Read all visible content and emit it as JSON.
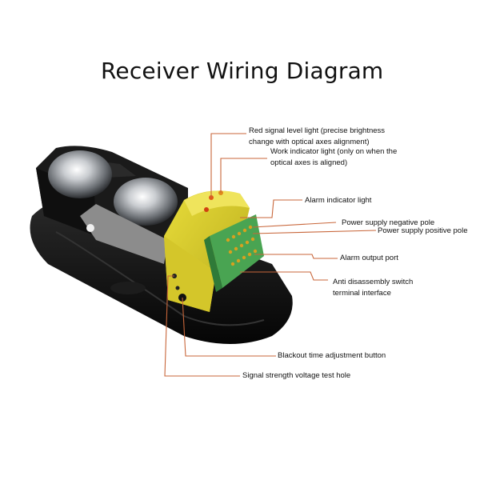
{
  "title": "Receiver Wiring Diagram",
  "labels": {
    "red_signal_line1": "Red signal level light (precise brightness",
    "red_signal_line2": "change with optical axes alignment)",
    "work_indicator_line1": "Work indicator light (only on when the",
    "work_indicator_line2": "optical axes is aligned)",
    "alarm_indicator": "Alarm indicator light",
    "power_negative": "Power supply negative pole",
    "power_positive": "Power supply positive pole",
    "alarm_output": "Alarm output port",
    "anti_disassembly_line1": "Anti disassembly switch",
    "anti_disassembly_line2": "terminal interface",
    "blackout_button": "Blackout time adjustment button",
    "signal_test_hole": "Signal strength voltage test hole"
  },
  "colors": {
    "leader": "#c8663a",
    "housing": "#151515",
    "board": "#d8cc2c",
    "terminal": "#4fb45a"
  }
}
